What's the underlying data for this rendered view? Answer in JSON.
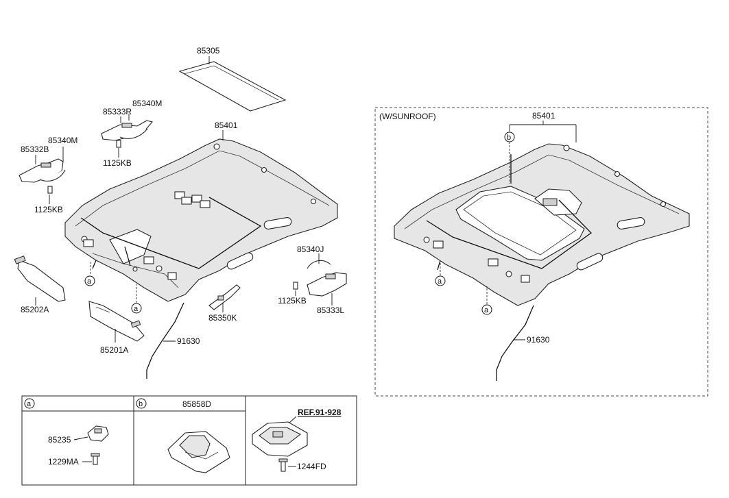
{
  "parts": {
    "p85305": "85305",
    "p85401_left": "85401",
    "p85401_right": "85401",
    "p85340M_a": "85340M",
    "p85333R": "85333R",
    "p1125KB_a": "1125KB",
    "p85340M_b": "85340M",
    "p85332B": "85332B",
    "p1125KB_b": "1125KB",
    "p85340J": "85340J",
    "p1125KB_c": "1125KB",
    "p85333L": "85333L",
    "p85350K": "85350K",
    "p85202A": "85202A",
    "p85201A": "85201A",
    "p91630_left": "91630",
    "p91630_right": "91630"
  },
  "sunroof": {
    "title": "(W/SUNROOF)"
  },
  "callouts": {
    "a": "a",
    "b": "b"
  },
  "detail_table": {
    "a_label": "a",
    "b_label": "b",
    "b_header": "85858D",
    "p85235": "85235",
    "p1229MA": "1229MA",
    "ref": "REF.91-928",
    "p1244FD": "1244FD"
  }
}
